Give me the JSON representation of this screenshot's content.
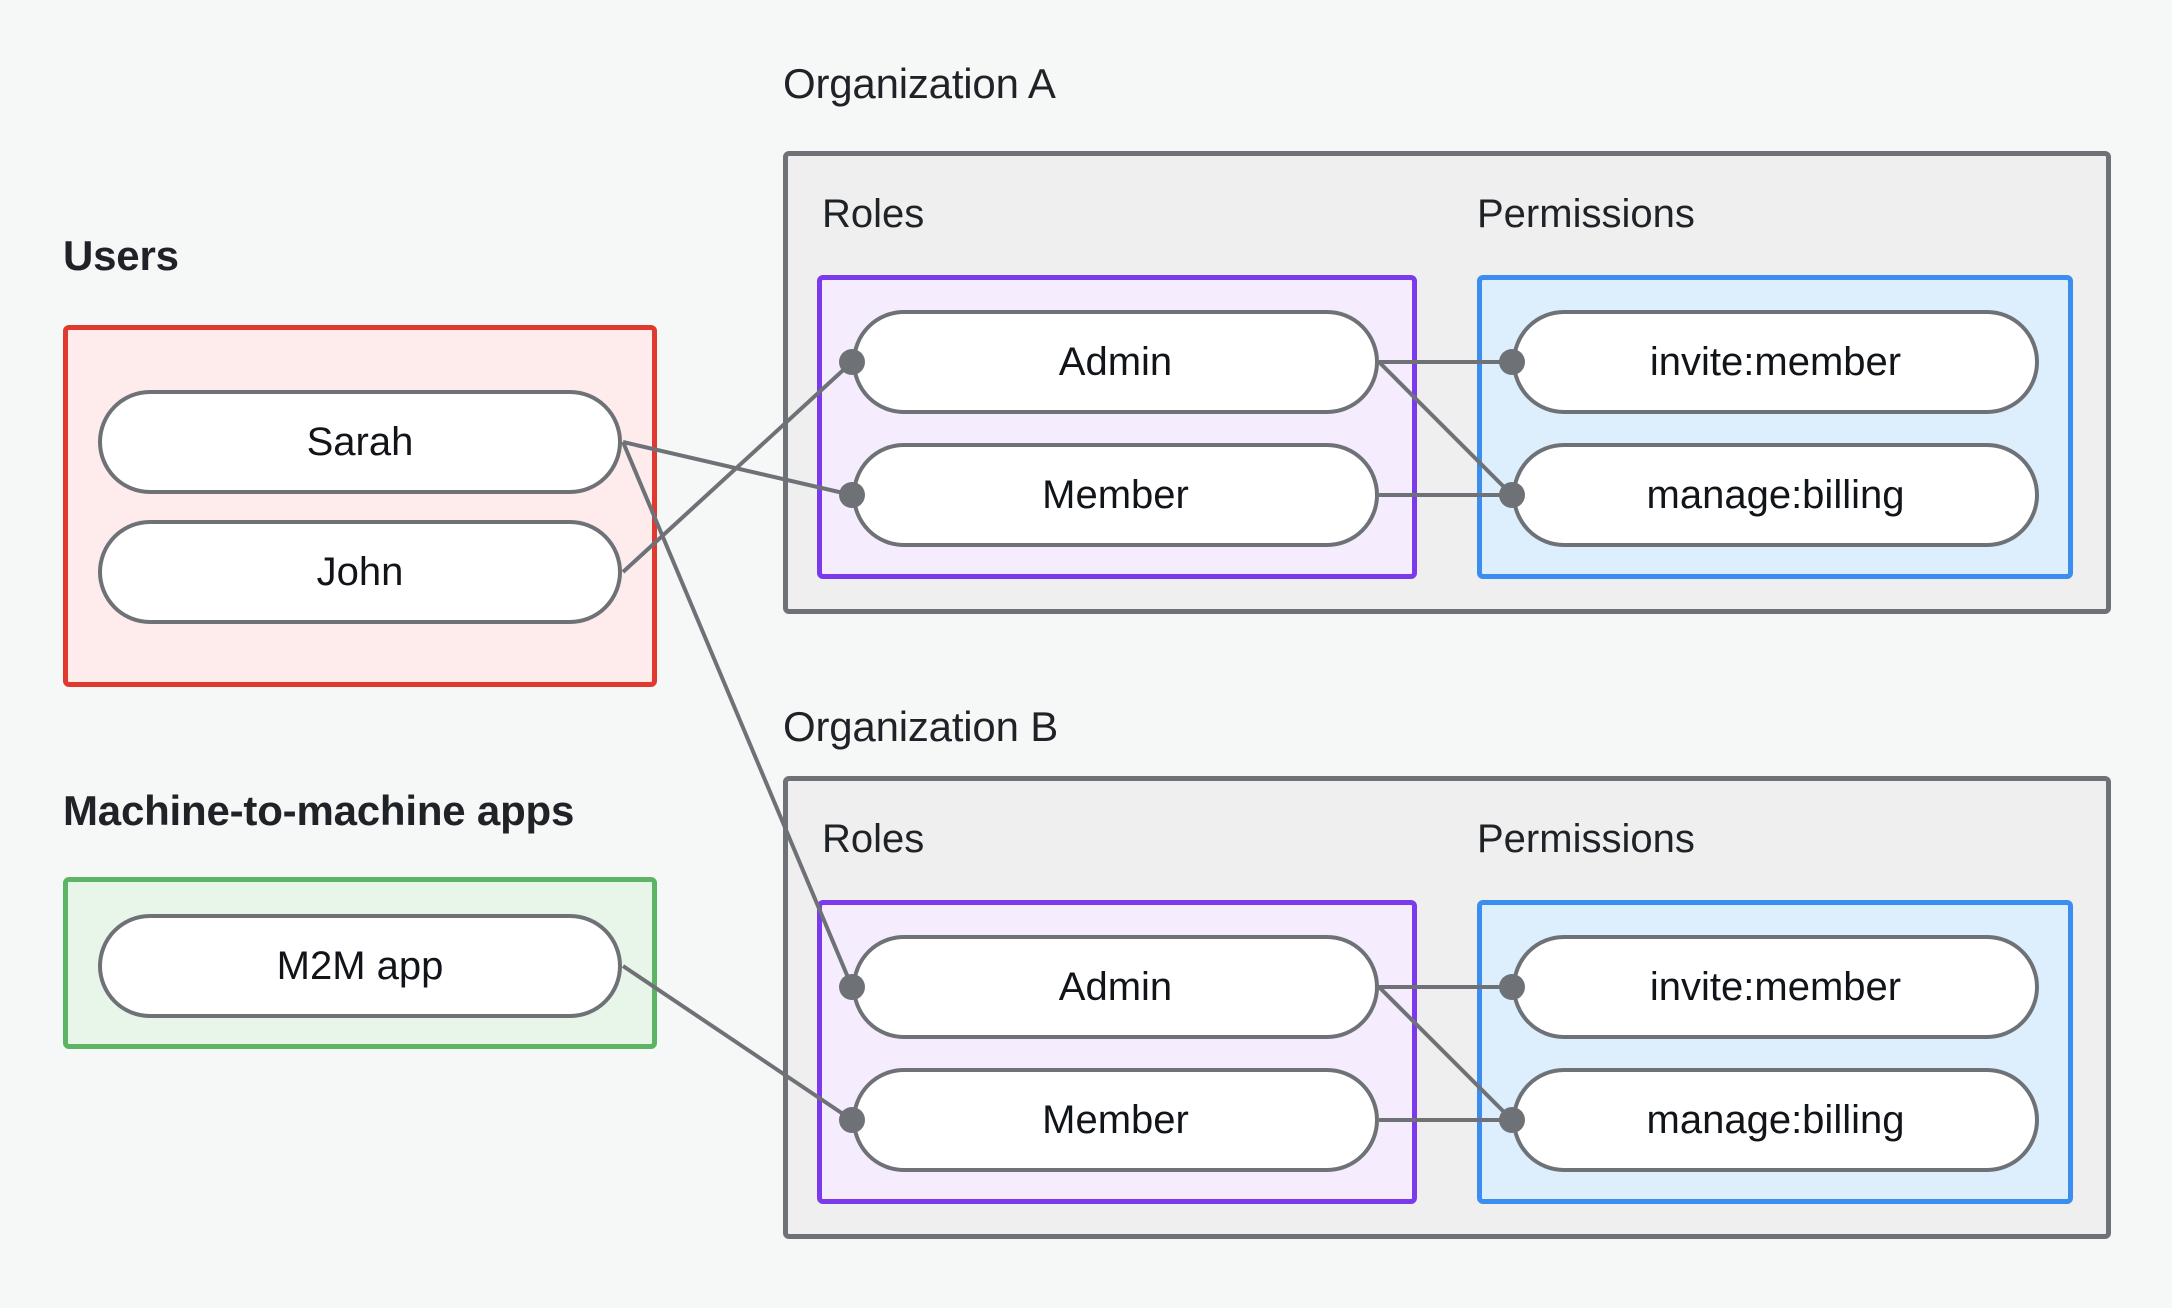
{
  "diagram": {
    "title_alt": "Organizations, roles and permissions mapping",
    "background_color": "#f6f8f7"
  },
  "colors": {
    "users_border": "#e03a30",
    "users_fill": "#fdeceb",
    "m2m_border": "#5cb464",
    "m2m_fill": "#e8f6ea",
    "org_border": "#6e7277",
    "org_fill": "#eeefee",
    "roles_border": "#7c3aed",
    "roles_fill": "#f5ecfd",
    "permissions_border": "#3b8ef0",
    "permissions_fill": "#ddeefd",
    "node_border": "#6e7277",
    "node_fill": "#ffffff",
    "edge": "#6e7277",
    "text": "#1f2328"
  },
  "left_column": {
    "users_group": {
      "label": "Users",
      "items": [
        {
          "label": "Sarah"
        },
        {
          "label": "John"
        }
      ]
    },
    "m2m_group": {
      "label": "Machine-to-machine apps",
      "items": [
        {
          "label": "M2M app"
        }
      ]
    }
  },
  "organizations": [
    {
      "title": "Organization A",
      "roles_label": "Roles",
      "permissions_label": "Permissions",
      "roles": [
        {
          "label": "Admin"
        },
        {
          "label": "Member"
        }
      ],
      "permissions": [
        {
          "label": "invite:member"
        },
        {
          "label": "manage:billing"
        }
      ]
    },
    {
      "title": "Organization B",
      "roles_label": "Roles",
      "permissions_label": "Permissions",
      "roles": [
        {
          "label": "Admin"
        },
        {
          "label": "Member"
        }
      ],
      "permissions": [
        {
          "label": "invite:member"
        },
        {
          "label": "manage:billing"
        }
      ]
    }
  ],
  "connections": [
    {
      "from": "Sarah",
      "to": "Organization A / Member"
    },
    {
      "from": "Sarah",
      "to": "Organization B / Admin"
    },
    {
      "from": "John",
      "to": "Organization A / Admin"
    },
    {
      "from": "M2M app",
      "to": "Organization B / Member"
    },
    {
      "from": "Organization A / Admin",
      "to": "Organization A / invite:member"
    },
    {
      "from": "Organization A / Admin",
      "to": "Organization A / manage:billing"
    },
    {
      "from": "Organization A / Member",
      "to": "Organization A / manage:billing"
    },
    {
      "from": "Organization B / Admin",
      "to": "Organization B / invite:member"
    },
    {
      "from": "Organization B / Admin",
      "to": "Organization B / manage:billing"
    },
    {
      "from": "Organization B / Member",
      "to": "Organization B / manage:billing"
    }
  ]
}
